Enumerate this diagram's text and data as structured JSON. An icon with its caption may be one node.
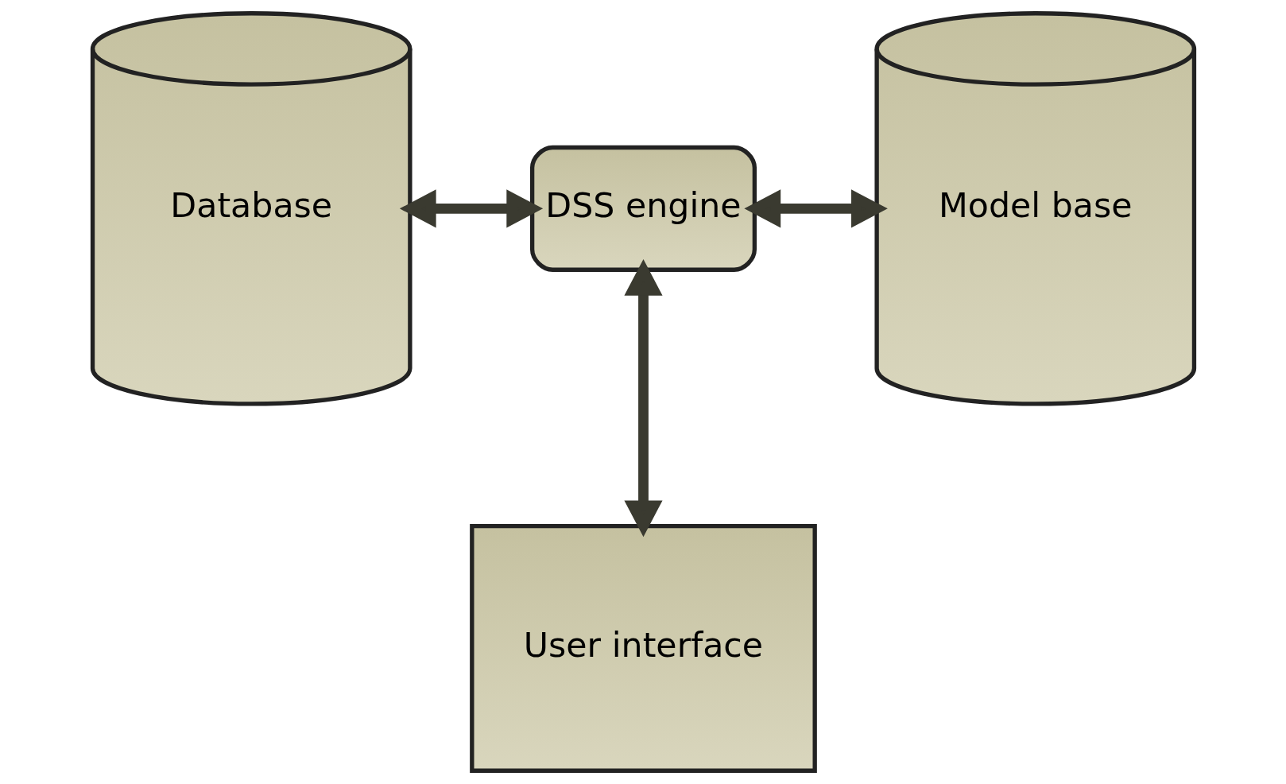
{
  "diagram": {
    "nodes": [
      {
        "text": [
          "Database"
        ]
      },
      {
        "text": [
          "DSS engine"
        ]
      },
      {
        "text": [
          "Model base"
        ]
      },
      {
        "text": [
          "User interface"
        ]
      }
    ],
    "edges": [
      {
        "from": 0,
        "to": 1,
        "arrow": "both"
      },
      {
        "from": 1,
        "to": 2,
        "arrow": "both"
      },
      {
        "from": 1,
        "to": 3,
        "arrow": "both"
      }
    ]
  }
}
